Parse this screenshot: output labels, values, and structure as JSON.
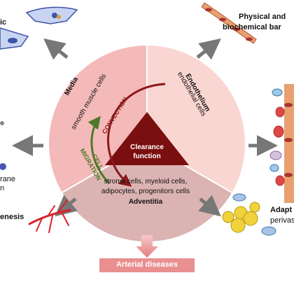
{
  "center": {
    "title_line1": "Clearance",
    "title_line2": "function",
    "convection": "CONVECTION",
    "migration_line1": "CELL",
    "migration_line2": "MIGRATION"
  },
  "sectors": {
    "media": {
      "title": "Media",
      "subtitle": "smooth muscle cells"
    },
    "endothelium": {
      "title": "Endothelium",
      "subtitle": "endothelial cells"
    },
    "adventitia": {
      "line1": "stroma cells, myeloid cells,",
      "line2": "adipocytes, progenitors cells",
      "title": "Adventitia"
    }
  },
  "outer": {
    "top_left_partial": "ic",
    "top_right_line1": "Physical and",
    "top_right_line2": "biochemical bar",
    "left_partial_line1": "rane",
    "left_partial_line2": "n",
    "bottom_left_partial": "enesis",
    "bottom_right_line1": "Adapt",
    "bottom_right_line2": "perivas"
  },
  "footer": {
    "label": "Arterial diseases"
  },
  "colors": {
    "media": "#f4b9b9",
    "endothelium": "#fad6d2",
    "adventitia": "#dcb3b3",
    "triangle": "#7a0f10",
    "convection": "#8b1a1a",
    "migration": "#4e7a2a",
    "arrow": "#777777",
    "footer_box": "#e98f8f"
  }
}
